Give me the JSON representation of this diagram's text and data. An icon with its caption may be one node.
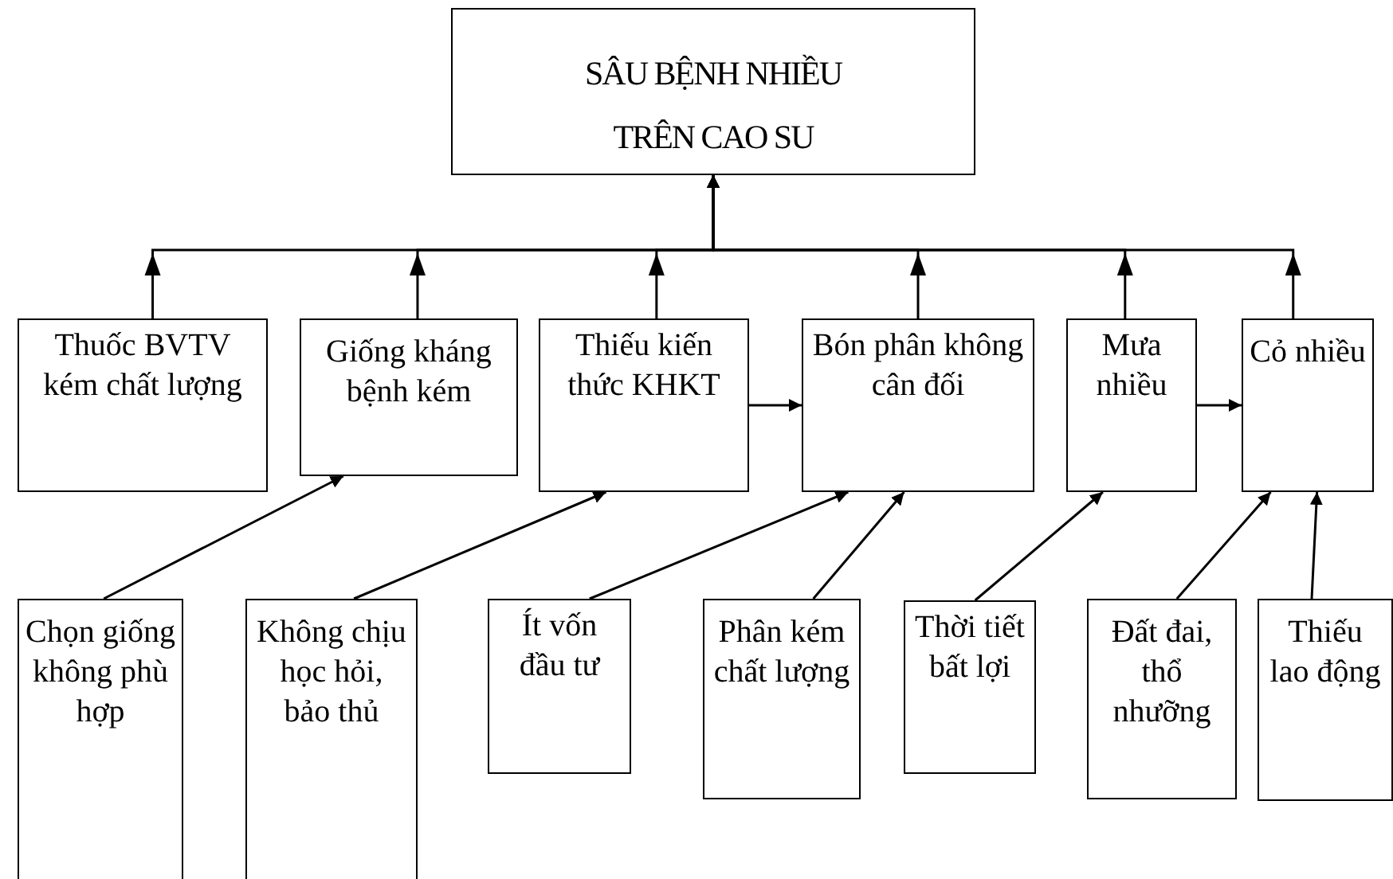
{
  "diagram": {
    "nodes": [
      {
        "text": [
          "SÂU BỆNH NHIỀU TRÊN CAO SU"
        ]
      },
      {
        "text": [
          "Thuốc BVTV kém chất lượng"
        ]
      },
      {
        "text": [
          "Giống kháng bệnh kém"
        ]
      },
      {
        "text": [
          "Thiếu kiến thức KHKT"
        ]
      },
      {
        "text": [
          "Bón phân không cân đối"
        ]
      },
      {
        "text": [
          "Mưa nhiều"
        ]
      },
      {
        "text": [
          "Cỏ nhiều"
        ]
      },
      {
        "text": [
          "Chọn giống không phù hợp"
        ]
      },
      {
        "text": [
          "Không chịu học hỏi, bảo thủ"
        ]
      },
      {
        "text": [
          "Ít vốn đầu tư"
        ]
      },
      {
        "text": [
          "Phân kém chất lượng"
        ]
      },
      {
        "text": [
          "Thời tiết bất lợi"
        ]
      },
      {
        "text": [
          "Đất đai, thổ nhưỡng"
        ]
      },
      {
        "text": [
          "Thiếu lao động"
        ]
      }
    ],
    "edges": [
      {
        "from": 1,
        "to": 0,
        "arrow": "to"
      },
      {
        "from": 2,
        "to": 0,
        "arrow": "to"
      },
      {
        "from": 3,
        "to": 0,
        "arrow": "to"
      },
      {
        "from": 4,
        "to": 0,
        "arrow": "to"
      },
      {
        "from": 5,
        "to": 0,
        "arrow": "to"
      },
      {
        "from": 6,
        "to": 0,
        "arrow": "to"
      },
      {
        "from": 3,
        "to": 4,
        "arrow": "to"
      },
      {
        "from": 5,
        "to": 6,
        "arrow": "to"
      },
      {
        "from": 7,
        "to": 2,
        "arrow": "to"
      },
      {
        "from": 8,
        "to": 3,
        "arrow": "to"
      },
      {
        "from": 9,
        "to": 4,
        "arrow": "to"
      },
      {
        "from": 10,
        "to": 4,
        "arrow": "to"
      },
      {
        "from": 11,
        "to": 5,
        "arrow": "to"
      },
      {
        "from": 12,
        "to": 6,
        "arrow": "to"
      },
      {
        "from": 13,
        "to": 6,
        "arrow": "to"
      }
    ]
  }
}
